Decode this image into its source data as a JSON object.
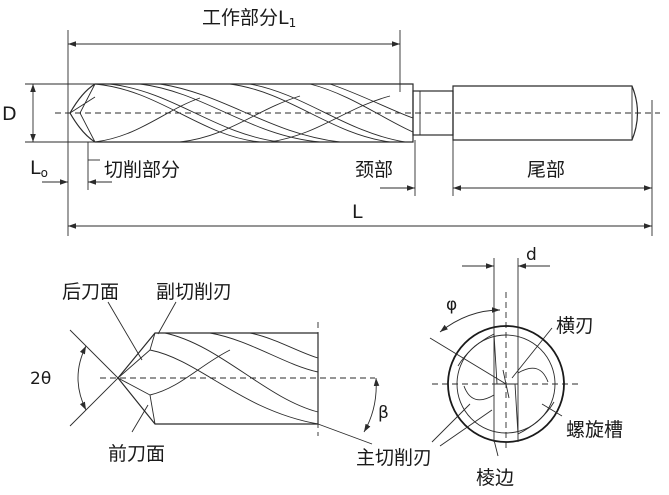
{
  "labels": {
    "working_part": "工作部分L",
    "working_part_sub": "1",
    "d_upper": "D",
    "l0": "L",
    "l0_sub": "o",
    "cutting_part": "切削部分",
    "neck": "颈部",
    "tail": "尾部",
    "total_length": "L",
    "d_lower": "d",
    "flank_face": "后刀面",
    "secondary_edge": "副切削刃",
    "point_angle": "2θ",
    "rake_face": "前刀面",
    "helix_angle": "β",
    "phi": "φ",
    "chisel_edge": "横刃",
    "flute": "螺旋槽",
    "main_edge": "主切削刃",
    "land": "棱边"
  }
}
